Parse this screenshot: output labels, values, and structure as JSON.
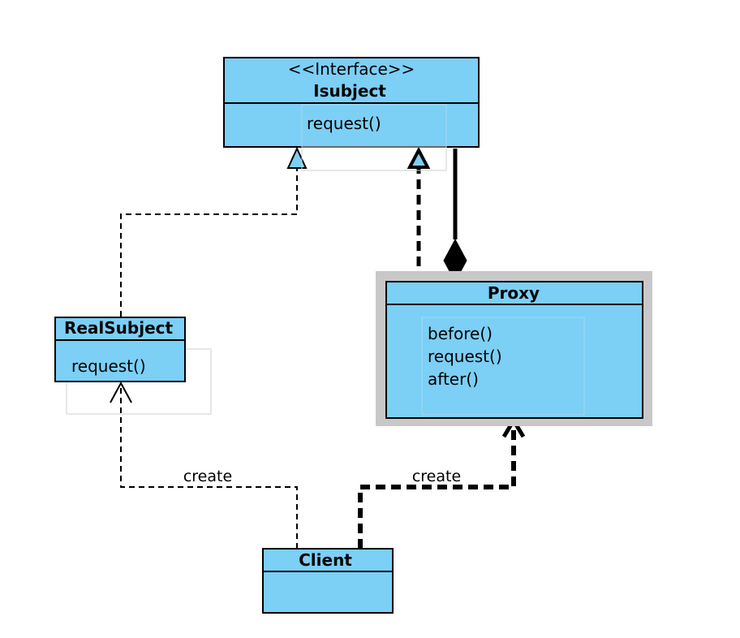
{
  "diagram": {
    "interface_class": {
      "stereotype": "<<Interface>>",
      "name": "Isubject",
      "operations": [
        "request()"
      ]
    },
    "real_subject_class": {
      "name": "RealSubject",
      "operations": [
        "request()"
      ]
    },
    "proxy_class": {
      "name": "Proxy",
      "operations": [
        "before()",
        "request()",
        "after()"
      ]
    },
    "client_class": {
      "name": "Client"
    },
    "relations": {
      "client_real_subject": {
        "label": "create"
      },
      "client_proxy": {
        "label": "create"
      }
    },
    "colors": {
      "class_fill": "#7ccff5",
      "selection_halo": "#c8c8c8",
      "line": "#000000"
    }
  }
}
